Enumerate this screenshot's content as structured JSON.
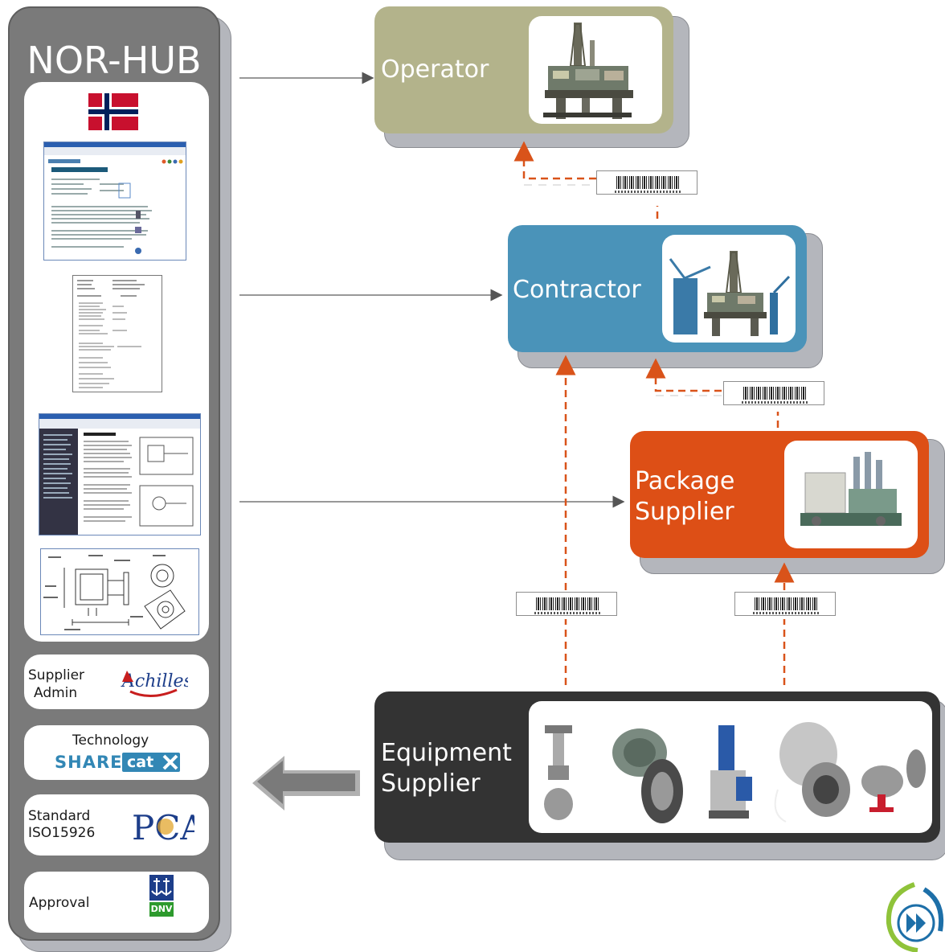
{
  "sidebar": {
    "title": "NOR-HUB",
    "supplier_admin": {
      "label_line1": "Supplier",
      "label_line2": "Admin",
      "logo": "Achilles"
    },
    "technology": {
      "label": "Technology",
      "logo_left": "SHARE",
      "logo_right": "cat"
    },
    "standard": {
      "label_line1": "Standard",
      "label_line2": "ISO15926",
      "logo": "PCA"
    },
    "approval": {
      "label": "Approval",
      "logo": "DNV"
    }
  },
  "roles": {
    "operator": {
      "label": "Operator",
      "color": "#b3b38b"
    },
    "contractor": {
      "label": "Contractor",
      "color": "#4a93b9"
    },
    "package_supplier": {
      "label_line1": "Package",
      "label_line2": "Supplier",
      "color": "#dd4f16"
    },
    "equipment_supplier": {
      "label_line1": "Equipment",
      "label_line2": "Supplier",
      "color": "#333333"
    }
  },
  "colors": {
    "sidebar": "#7a7a7a",
    "dashed_connector": "#d9531a",
    "norway_red": "#c8102e",
    "norway_blue": "#00205b"
  }
}
